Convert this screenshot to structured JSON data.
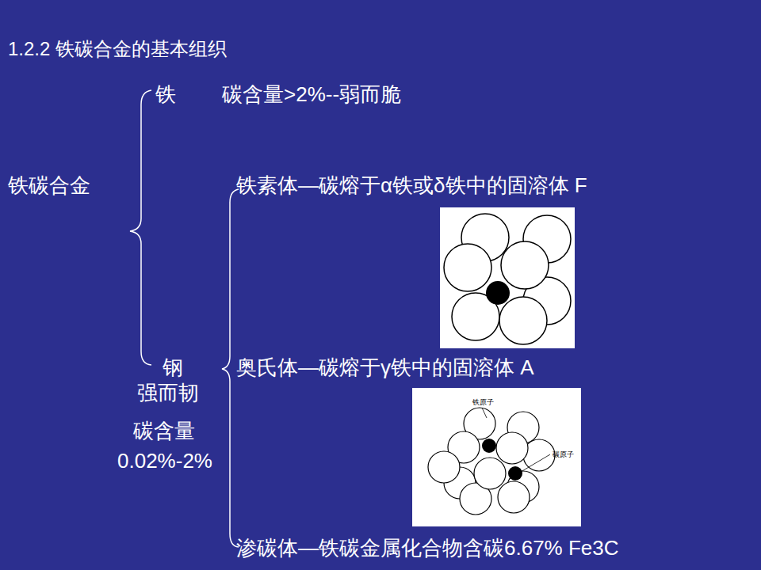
{
  "diagram": {
    "title": "1.2.2 铁碳合金的基本组织",
    "labels": [
      "铁",
      "碳含量>2%--弱而脆",
      "铁碳合金",
      "铁素体—碳熔于α铁或δ铁中的固溶体 F",
      "钢",
      "奥氏体—碳熔于γ铁中的固溶体 A",
      "强而韧",
      "碳含量",
      "0.02%-2%",
      "渗碳体—铁碳金属化合物含碳6.67% Fe3C",
      "铁原子",
      "碳原子"
    ]
  }
}
